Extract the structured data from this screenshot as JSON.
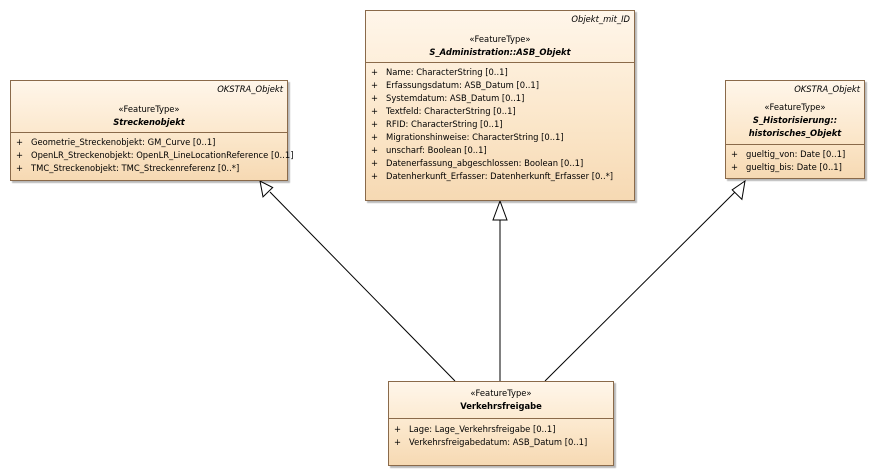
{
  "diagram": {
    "classes": {
      "streckenobjekt": {
        "scope": "OKSTRA_Objekt",
        "stereotype": "«FeatureType»",
        "name": "Streckenobjekt",
        "attributes": [
          {
            "visibility": "+",
            "text": "Geometrie_Streckenobjekt: GM_Curve [0..1]"
          },
          {
            "visibility": "+",
            "text": "OpenLR_Streckenobjekt: OpenLR_LineLocationReference [0..1]"
          },
          {
            "visibility": "+",
            "text": "TMC_Streckenobjekt: TMC_Streckenreferenz [0..*]"
          }
        ]
      },
      "asb_objekt": {
        "scope": "Objekt_mit_ID",
        "stereotype": "«FeatureType»",
        "name": "S_Administration::ASB_Objekt",
        "attributes": [
          {
            "visibility": "+",
            "text": "Name: CharacterString [0..1]"
          },
          {
            "visibility": "+",
            "text": "Erfassungsdatum: ASB_Datum [0..1]"
          },
          {
            "visibility": "+",
            "text": "Systemdatum: ASB_Datum [0..1]"
          },
          {
            "visibility": "+",
            "text": "Textfeld: CharacterString [0..1]"
          },
          {
            "visibility": "+",
            "text": "RFID: CharacterString [0..1]"
          },
          {
            "visibility": "+",
            "text": "Migrationshinweise: CharacterString [0..1]"
          },
          {
            "visibility": "+",
            "text": "unscharf: Boolean [0..1]"
          },
          {
            "visibility": "+",
            "text": "Datenerfassung_abgeschlossen: Boolean [0..1]"
          },
          {
            "visibility": "+",
            "text": "Datenherkunft_Erfasser: Datenherkunft_Erfasser [0..*]"
          }
        ]
      },
      "historisches_objekt": {
        "scope": "OKSTRA_Objekt",
        "stereotype": "«FeatureType»",
        "name_line1": "S_Historisierung::",
        "name_line2": "historisches_Objekt",
        "attributes": [
          {
            "visibility": "+",
            "text": "gueltig_von: Date [0..1]"
          },
          {
            "visibility": "+",
            "text": "gueltig_bis: Date [0..1]"
          }
        ]
      },
      "verkehrsfreigabe": {
        "stereotype": "«FeatureType»",
        "name": "Verkehrsfreigabe",
        "attributes": [
          {
            "visibility": "+",
            "text": "Lage: Lage_Verkehrsfreigabe [0..1]"
          },
          {
            "visibility": "+",
            "text": "Verkehrsfreigabedatum: ASB_Datum [0..1]"
          }
        ]
      }
    },
    "generalizations": [
      {
        "from": "Verkehrsfreigabe",
        "to": "Streckenobjekt"
      },
      {
        "from": "Verkehrsfreigabe",
        "to": "S_Administration::ASB_Objekt"
      },
      {
        "from": "Verkehrsfreigabe",
        "to": "S_Historisierung::historisches_Objekt"
      }
    ],
    "colors": {
      "box_fill_top": "#fff6ea",
      "box_fill_bottom": "#f6d9b3",
      "box_border": "#8a6a4a",
      "connector": "#000000"
    }
  }
}
